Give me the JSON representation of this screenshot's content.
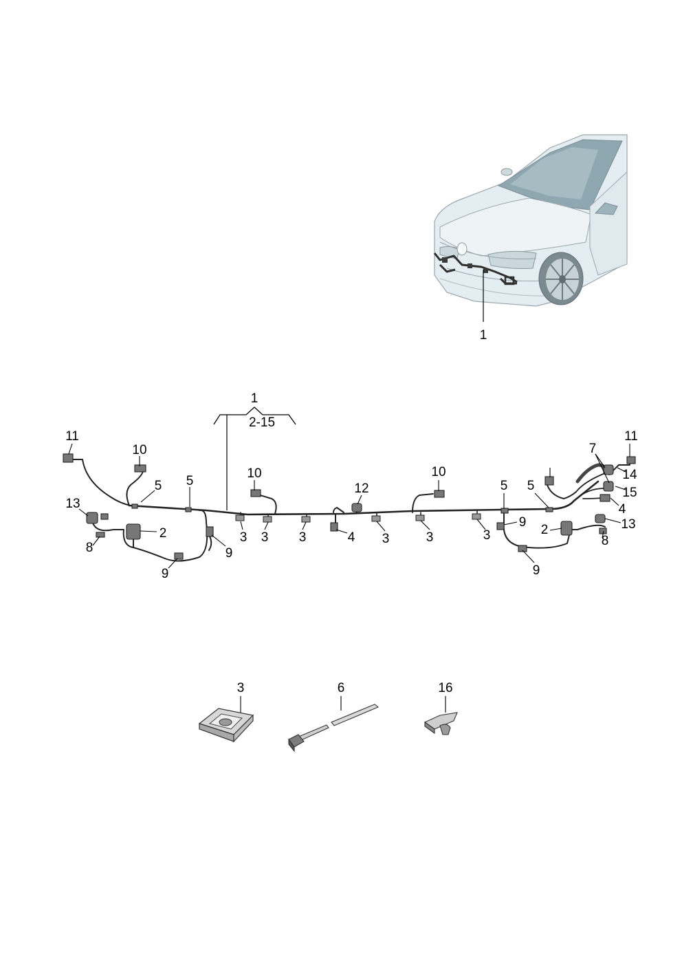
{
  "car_view": {
    "label": "1"
  },
  "harness": {
    "group_label": "1",
    "group_range": "2-15",
    "callouts": {
      "left_11": "11",
      "left_10": "10",
      "left_5a": "5",
      "left_5b": "5",
      "left_13": "13",
      "left_2": "2",
      "left_8": "8",
      "left_9a": "9",
      "left_9b": "9",
      "mid_10": "10",
      "mid_12": "12",
      "mid_4": "4",
      "mid_3a": "3",
      "mid_3b": "3",
      "mid_3c": "3",
      "mid_3d": "3",
      "mid_3e": "3",
      "mid_3f": "3",
      "right_10": "10",
      "right_5a": "5",
      "right_5b": "5",
      "right_9a": "9",
      "right_9b": "9",
      "right_2": "2",
      "right_8": "8",
      "right_13": "13",
      "right_7": "7",
      "right_11": "11",
      "right_14": "14",
      "right_15": "15",
      "right_4": "4"
    }
  },
  "details": {
    "clip_label": "3",
    "cable_tie_label": "6",
    "holder_label": "16"
  }
}
